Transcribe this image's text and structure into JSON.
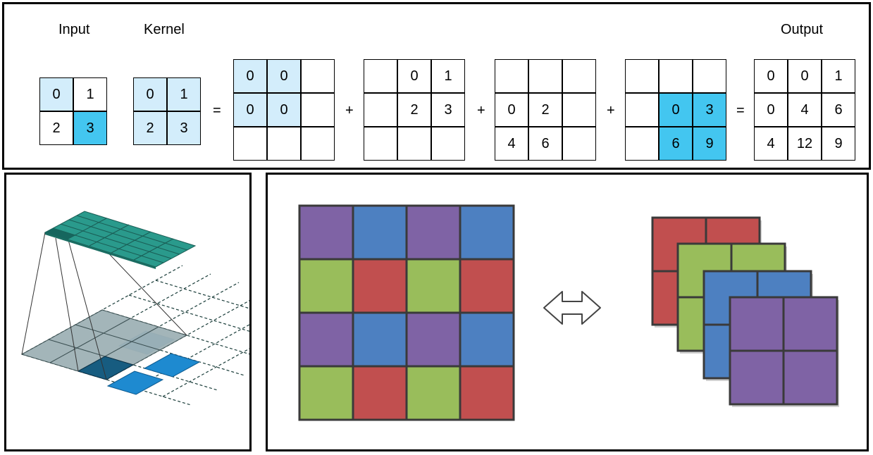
{
  "top": {
    "input_label": "Input",
    "kernel_label": "Kernel",
    "output_label": "Output",
    "input": [
      [
        "0",
        "1"
      ],
      [
        "2",
        "3"
      ]
    ],
    "kernel": [
      [
        "0",
        "1"
      ],
      [
        "2",
        "3"
      ]
    ],
    "partials": [
      [
        [
          "0",
          "0",
          ""
        ],
        [
          "0",
          "0",
          ""
        ],
        [
          "",
          "",
          ""
        ]
      ],
      [
        [
          "",
          "0",
          "1"
        ],
        [
          "",
          "2",
          "3"
        ],
        [
          "",
          "",
          ""
        ]
      ],
      [
        [
          "",
          "",
          ""
        ],
        [
          "0",
          "2",
          ""
        ],
        [
          "4",
          "6",
          ""
        ]
      ],
      [
        [
          "",
          "",
          ""
        ],
        [
          "",
          "0",
          "3"
        ],
        [
          "",
          "6",
          "9"
        ]
      ]
    ],
    "output": [
      [
        "0",
        "0",
        "1"
      ],
      [
        "0",
        "4",
        "6"
      ],
      [
        "4",
        "12",
        "9"
      ]
    ],
    "equals": "=",
    "plus": "+"
  },
  "colors": {
    "light_blue": "#d3edfb",
    "cyan": "#43c6f0",
    "teal": "#2a9a8c",
    "teal_dark": "#16665e",
    "gray_blue": "#9fb2b6",
    "blue_active": "#1e8ad0",
    "purple": "#7f63a5",
    "blue": "#4d80c1",
    "green": "#99bd5b",
    "red": "#c14f4f"
  },
  "mosaic": [
    [
      "purple",
      "blue",
      "purple",
      "blue"
    ],
    [
      "green",
      "red",
      "green",
      "red"
    ],
    [
      "purple",
      "blue",
      "purple",
      "blue"
    ],
    [
      "green",
      "red",
      "green",
      "red"
    ]
  ],
  "planes": [
    "red",
    "green",
    "blue",
    "purple"
  ]
}
